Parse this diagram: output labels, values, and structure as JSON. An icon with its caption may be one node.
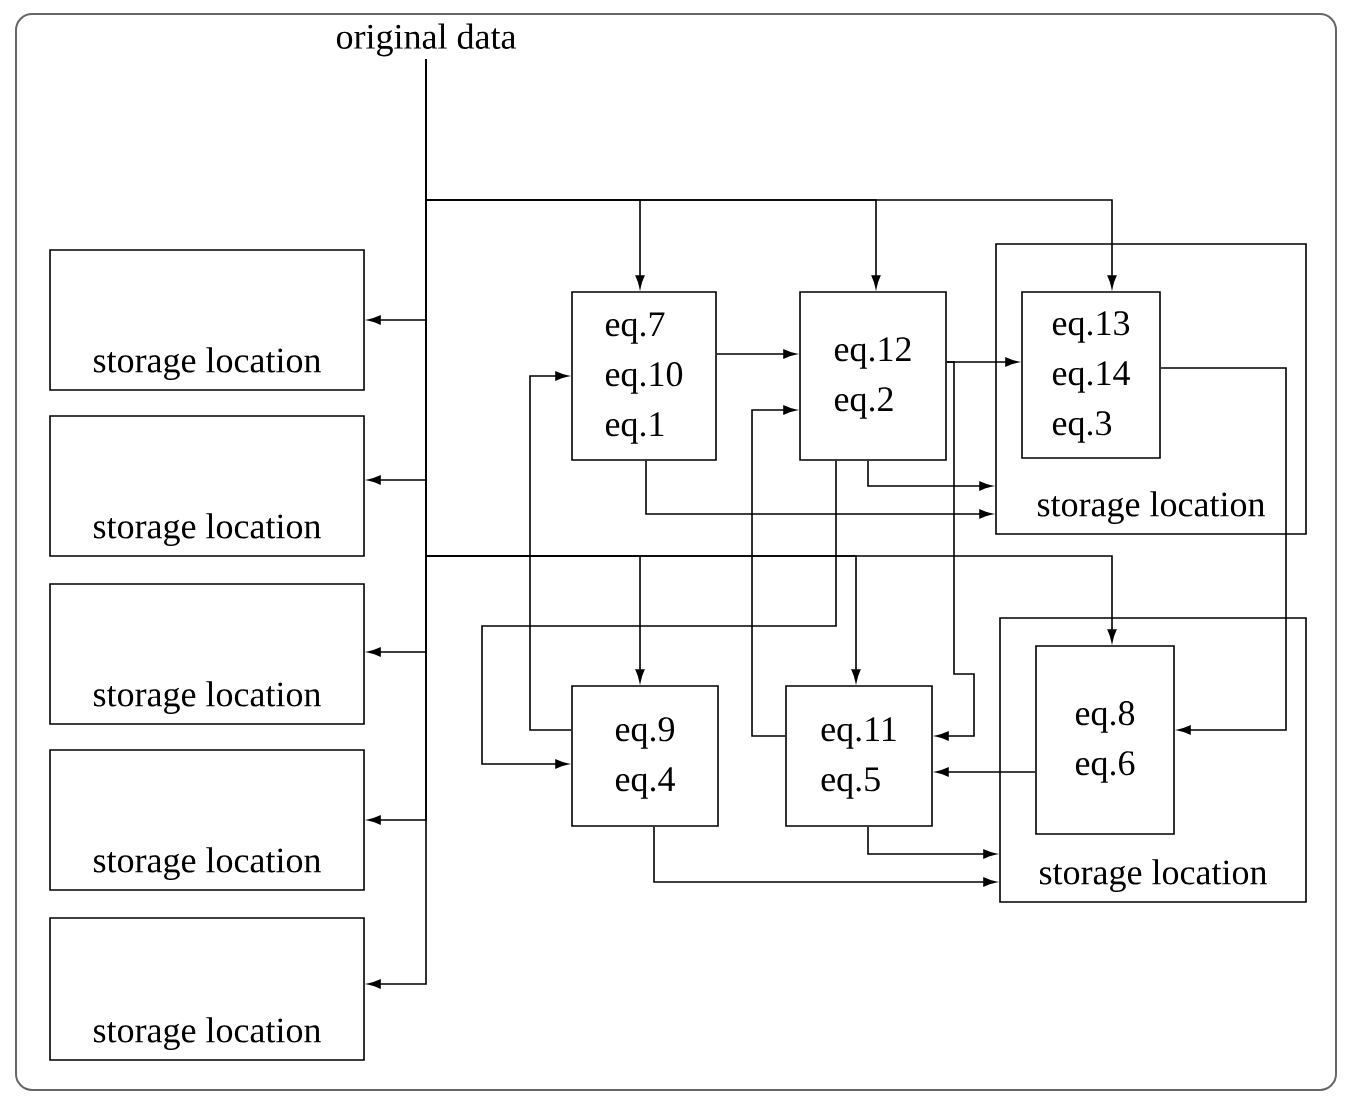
{
  "diagram": {
    "nodes": [
      {
        "text": [
          "original data"
        ]
      },
      {
        "text": [
          "storage location"
        ]
      },
      {
        "text": [
          "storage location"
        ]
      },
      {
        "text": [
          "storage location"
        ]
      },
      {
        "text": [
          "storage location"
        ]
      },
      {
        "text": [
          "storage location"
        ]
      },
      {
        "text": [
          "eq.7",
          "eq.10",
          "eq.1"
        ]
      },
      {
        "text": [
          "eq.12",
          "eq.2"
        ]
      },
      {
        "text": [
          "storage location"
        ]
      },
      {
        "text": [
          "eq.13",
          "eq.14",
          "eq.3"
        ],
        "in": 8
      },
      {
        "text": [
          "eq.9",
          "eq.4"
        ]
      },
      {
        "text": [
          "eq.11",
          "eq.5"
        ]
      },
      {
        "text": [
          "storage location"
        ]
      },
      {
        "text": [
          "eq.8",
          "eq.6"
        ],
        "in": 12
      }
    ],
    "edges": [
      {
        "from": 0,
        "to": 1,
        "arrow": "to"
      },
      {
        "from": 0,
        "to": 2,
        "arrow": "to"
      },
      {
        "from": 0,
        "to": 3,
        "arrow": "to"
      },
      {
        "from": 0,
        "to": 4,
        "arrow": "to"
      },
      {
        "from": 0,
        "to": 5,
        "arrow": "to"
      },
      {
        "from": 0,
        "to": 6,
        "arrow": "to"
      },
      {
        "from": 0,
        "to": 7,
        "arrow": "to"
      },
      {
        "from": 0,
        "to": 9,
        "arrow": "to"
      },
      {
        "from": 0,
        "to": 10,
        "arrow": "to"
      },
      {
        "from": 0,
        "to": 11,
        "arrow": "to"
      },
      {
        "from": 0,
        "to": 13,
        "arrow": "to"
      },
      {
        "from": 6,
        "to": 7,
        "arrow": "to"
      },
      {
        "from": 6,
        "to": 8,
        "arrow": "to"
      },
      {
        "from": 7,
        "to": 8,
        "arrow": "to"
      },
      {
        "from": 7,
        "to": 9,
        "arrow": "to"
      },
      {
        "from": 7,
        "to": 11,
        "arrow": "to"
      },
      {
        "from": 7,
        "to": 10,
        "arrow": "to"
      },
      {
        "from": 10,
        "to": 6,
        "arrow": "to"
      },
      {
        "from": 11,
        "to": 7,
        "arrow": "to"
      },
      {
        "from": 10,
        "to": 12,
        "arrow": "to"
      },
      {
        "from": 11,
        "to": 12,
        "arrow": "to"
      },
      {
        "from": 13,
        "to": 11,
        "arrow": "to"
      },
      {
        "from": 9,
        "to": 13,
        "arrow": "to"
      }
    ]
  }
}
